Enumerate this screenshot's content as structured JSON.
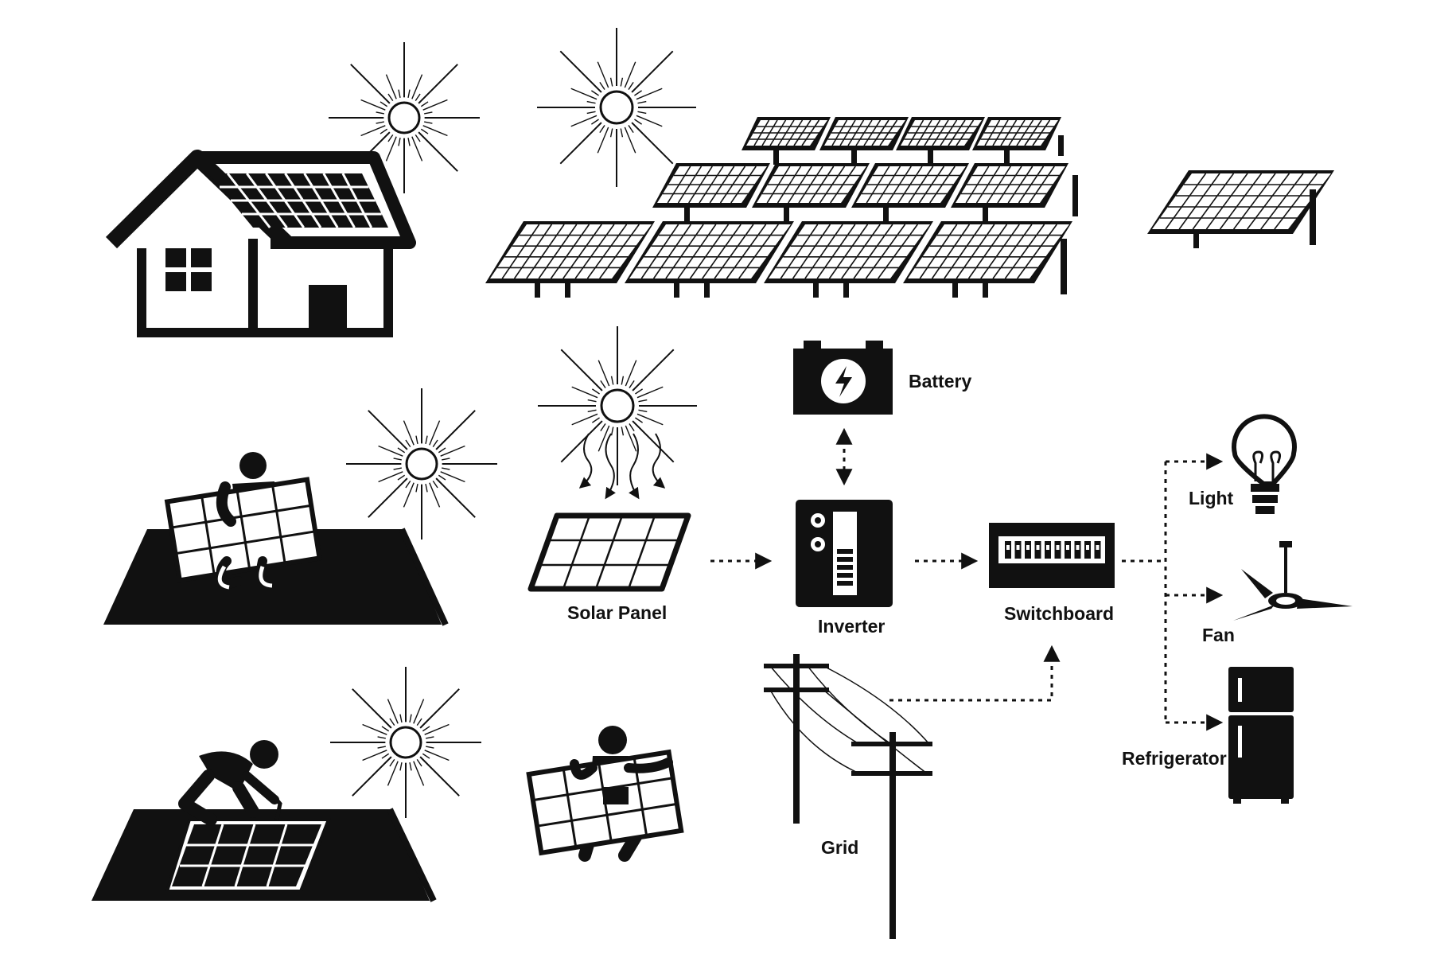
{
  "labels": {
    "battery": "Battery",
    "solar_panel": "Solar Panel",
    "inverter": "Inverter",
    "switchboard": "Switchboard",
    "grid": "Grid",
    "light": "Light",
    "fan": "Fan",
    "refrigerator": "Refrigerator"
  },
  "colors": {
    "ink": "#111111",
    "background": "#ffffff"
  }
}
